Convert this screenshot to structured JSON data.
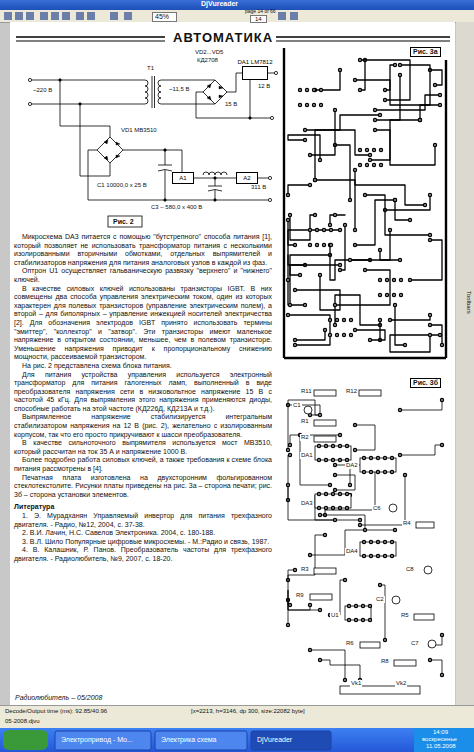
{
  "diagram": {
    "title": "АВТОМАТИКА",
    "nodes": [
      {
        "text": [
          "DA1 LM7812"
        ]
      },
      {
        "text": [
          "A1"
        ]
      },
      {
        "text": [
          "A2"
        ]
      }
    ],
    "edges": [
      {
        "from": 1,
        "to": 2,
        "arrow": "none"
      }
    ],
    "labels": [
      "DjVureader",
      "45%",
      "page 14 of 66",
      "14",
      "VD2...VD5",
      "КД2708",
      "T1",
      "~11,5 В",
      "~220 В",
      "VD1 МВ3510",
      "12 В",
      "15 В",
      "C1 10000,0 х 25 В",
      "311 В",
      "C3 – 580,0 х 400 В",
      "Рис. 2",
      "Микросхема DA3 питается с помощью \"бутстрепного\" способа питания [1], который позволяет не использовать трансформатор питания с несколькими изолированными вторичными обмотками, отдельных выпрямителей и стабилизаторов напряжения для питания аналоговых узлов в каждой из фаз.",
      "Оптрон U1 осуществляет гальваническую развязку \"верхнего\" и \"нижнего\" ключей.",
      "В качестве силовых ключей использованы транзисторы IGBT. В них совмещены два способа управления электрическим током, один из которых характерен для полевых транзисторов (управление электрическим полем), а второй – для биполярных – управление инжекцией носителей электричества [2]. Для обозначения электродов IGBT принято использовать термины \"эмиттер\", \"коллектор\" и \"затвор\". Эти транзисторы имеют маленькое напряжение в открытом состоянии, меньшее, чем в полевом транзисторе. Уменьшение напряжения приводит к пропорциональному снижению мощности, рассеиваемой транзистором.",
      "На рис. 2 представлена схема блока питания.",
      "Для питания устройства управления используется электронный трансформатор для питания галогенных ламп, выполненный в виде преобразователя напряжения сети в низковольтное напряжение 15 В с частотой 45 кГц. Для выпрямления этого напряжения применяются диоды, способные работать на этой частоте (КД226Д, КД213А и т.д.).",
      "Выпрямленное напряжение стабилизируется интегральным стабилизатором напряжения на 12 В (рис. 2), желательно с изолированным корпусом, так что его просто прикручивают к шасси преобразователя.",
      "В качестве сильноточного выпрямителя используется мост МВ3510, который рассчитан на ток 35 А и напряжение 1000 В.",
      "Более подробно работа силовых ключей, а также требования к схеме блока питания рассмотрены в [4].",
      "Печатная плата изготовлена на двухсторонним фольгированном стеклотекстолите. Рисунки платы приведены на рис. 3а – сторона печати; рис. 3б – сторона установки элементов.",
      "Литература",
      "1. Э. Мурадханян Управляемый инвертор для питания трехфазного двигателя. - Радио, №12, 2004, с. 37-38.",
      "2. В.И. Лачин, Н.С. Савелов Электроника. 2004, с. 180-188.",
      "3. В.Л. Шило Популярные цифровые микросхемы. - М.:Радио и связь, 1987.",
      "4. В. Калашник, Р. Панов. Преобразователь частоты для трехфазного двигателя. - Радиолюбитель, №9, 2007, с. 18-20.",
      "Радиолюбитель – 05/2008",
      "Рис. 3а",
      "Рис. 3б",
      "R11",
      "R12",
      "C1",
      "R1",
      "R2",
      "DA1",
      "DA2",
      "DA3",
      "C6",
      "R4",
      "DA4",
      "R3",
      "C8",
      "R9",
      "U1",
      "C2",
      "R5",
      "R6",
      "C7",
      "R8",
      "Vk1",
      "Vk2",
      "Decode/Output time (ms): 92.85/40.96",
      "[x=2213, h=3146, dp 300, size:22082 byte]",
      "05-2008.djvu",
      "Toolbars",
      "Электропривод - Mo...",
      "Электрика схема",
      "DjVureader",
      "14:09",
      "воскресенье",
      "11.05.2008"
    ]
  }
}
